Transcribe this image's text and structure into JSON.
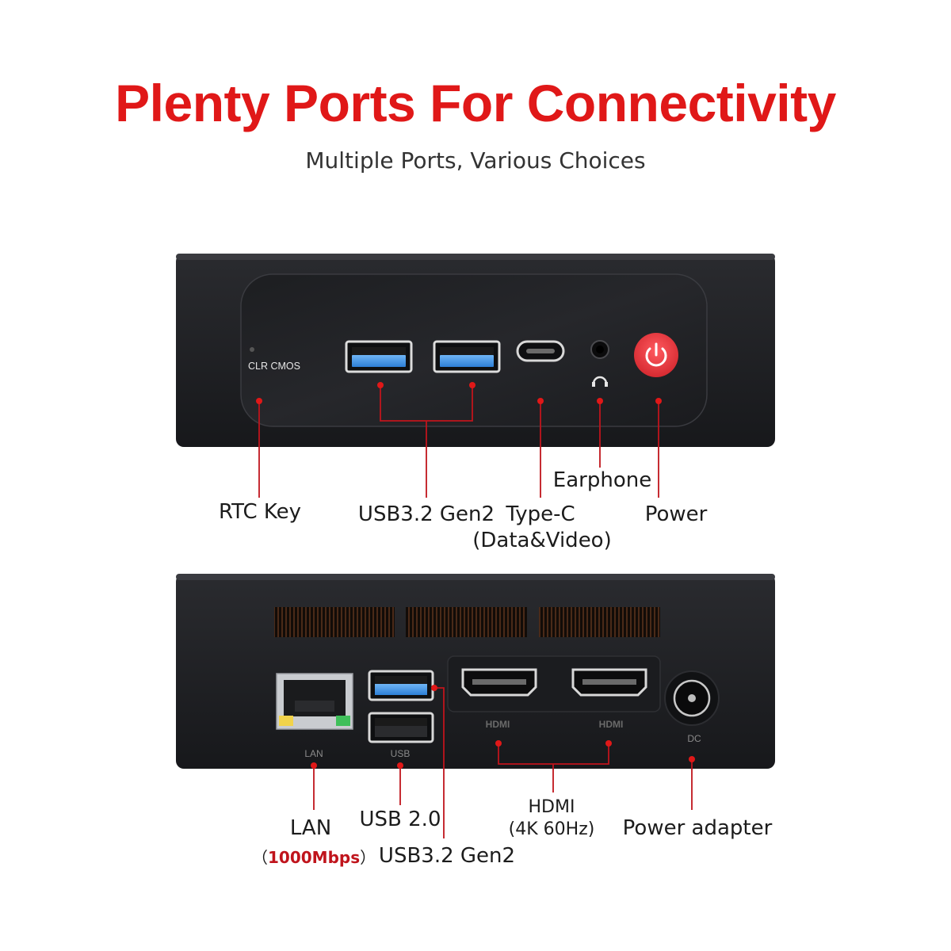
{
  "title": "Plenty Ports For Connectivity",
  "subtitle": "Multiple Ports, Various Choices",
  "front": {
    "clr_cmos": "CLR  CMOS",
    "labels": {
      "rtc_key": "RTC Key",
      "usb32": "USB3.2 Gen2",
      "typec_line1": "Type-C",
      "typec_line2": "(Data&Video)",
      "earphone": "Earphone",
      "power": "Power"
    }
  },
  "back": {
    "silk": {
      "lan": "LAN",
      "usb": "USB",
      "hdmi1": "HDMI",
      "hdmi2": "HDMI",
      "dc": "DC"
    },
    "labels": {
      "lan": "LAN",
      "lan_speed_open": "（",
      "lan_speed": "1000Mbps",
      "lan_speed_close": "）",
      "usb20": "USB 2.0",
      "usb32": "USB3.2 Gen2",
      "hdmi_line1": "HDMI",
      "hdmi_line2": "(4K 60Hz)",
      "power_adapter": "Power adapter"
    }
  },
  "colors": {
    "title_red": "#e01818",
    "callout_red": "#c0141c",
    "body_black": "#1e1f22",
    "usb3_blue": "#3b8fe0",
    "power_red": "#e8383e"
  }
}
